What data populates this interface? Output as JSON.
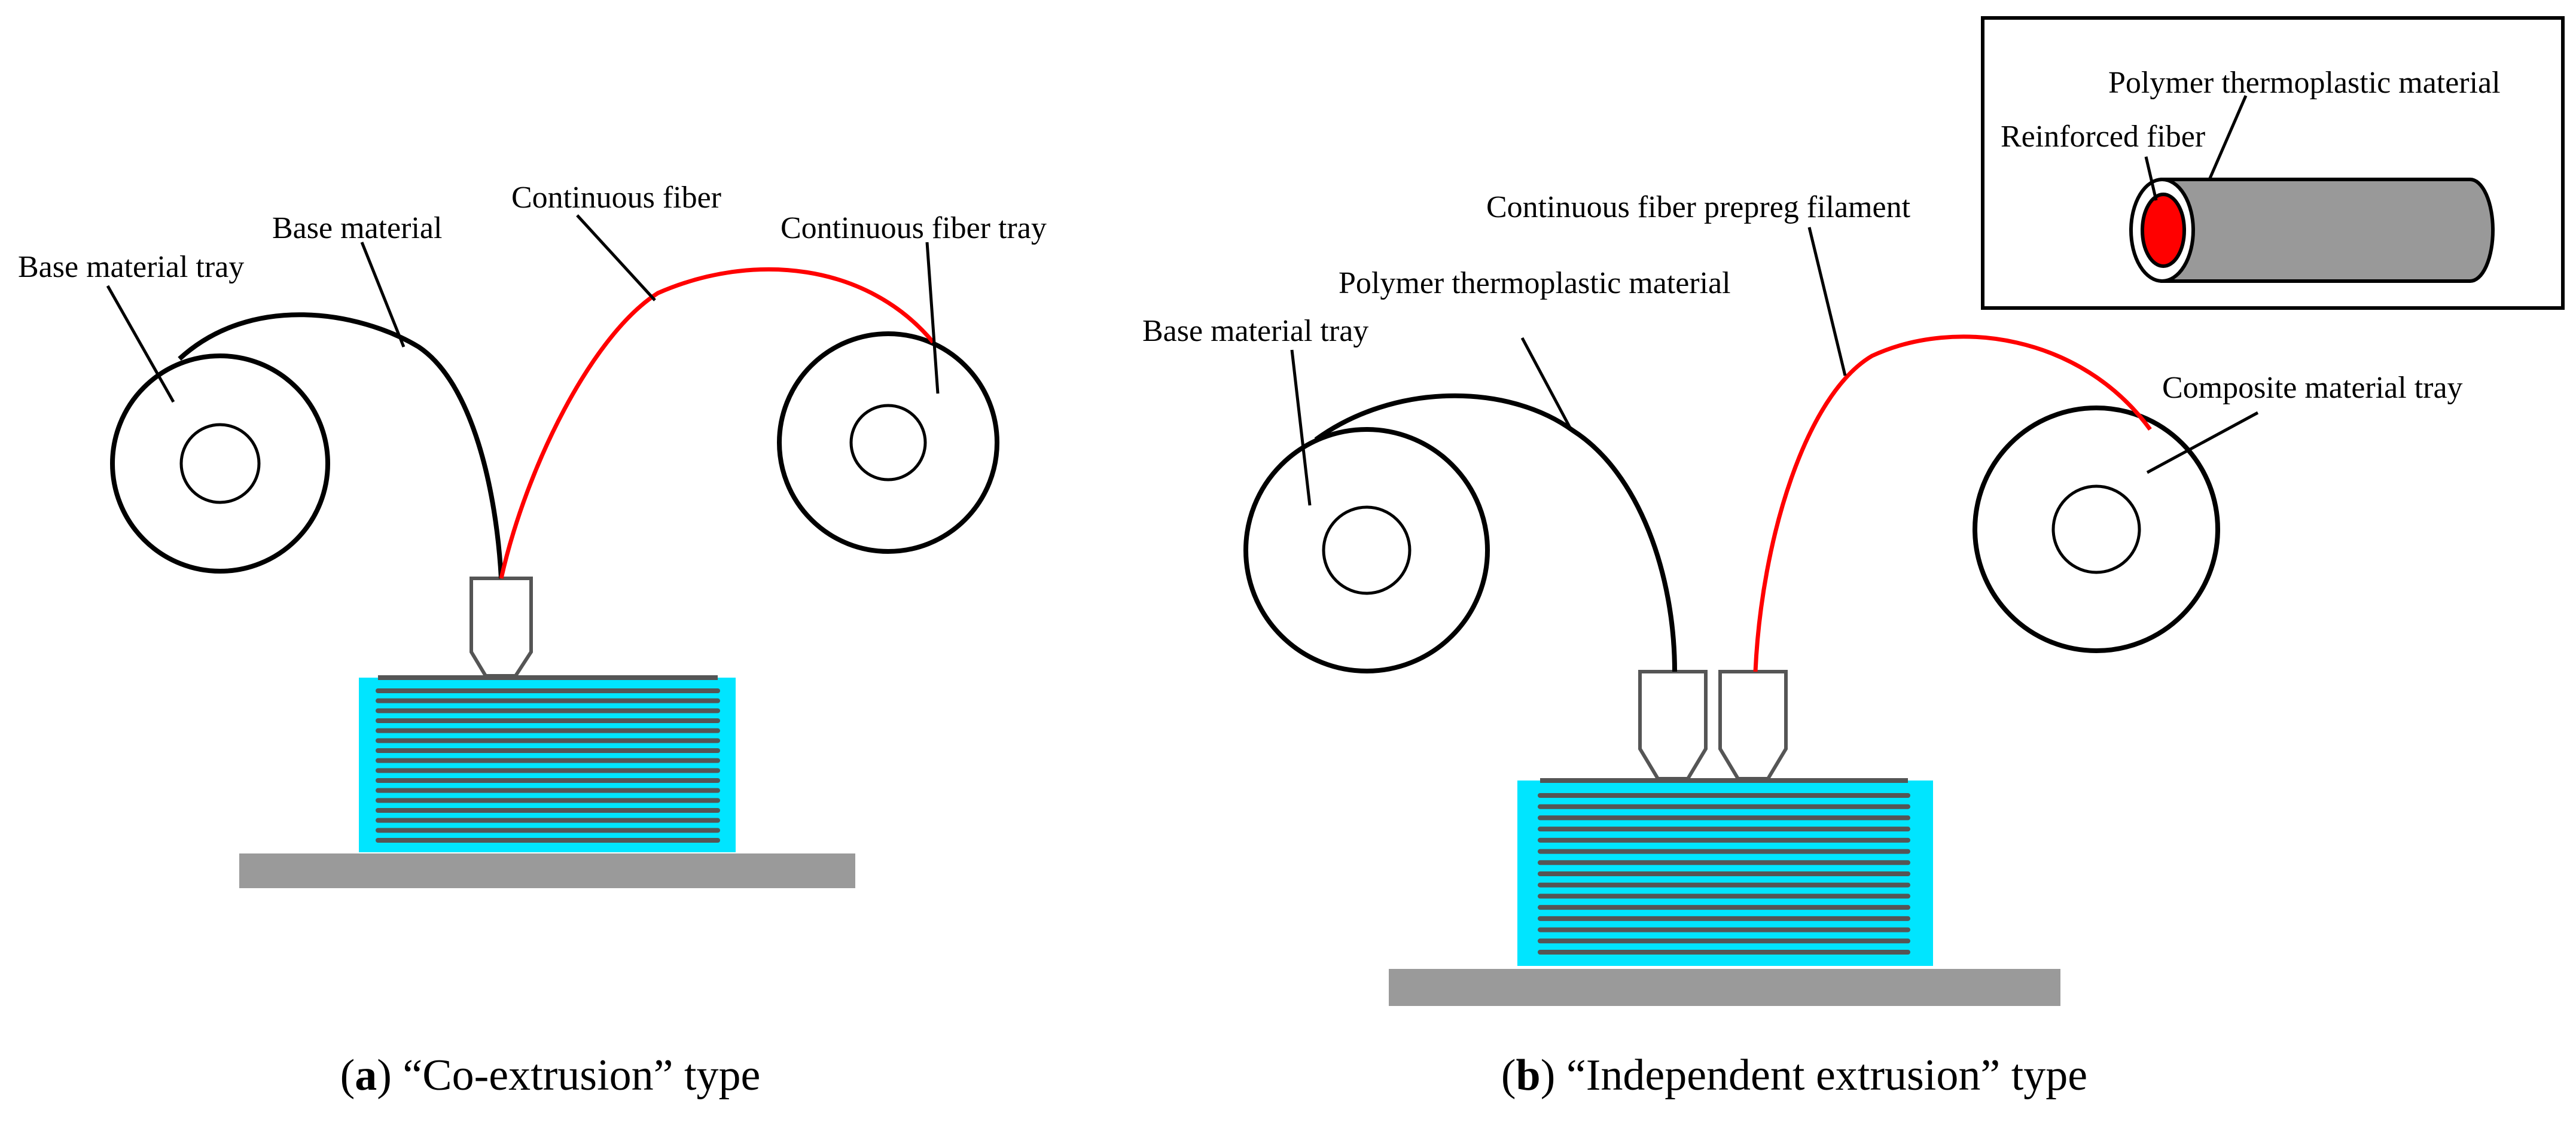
{
  "panel_a": {
    "labels": {
      "base_material_tray": "Base material tray",
      "base_material": "Base material",
      "continuous_fiber": "Continuous fiber",
      "continuous_fiber_tray": "Continuous fiber tray"
    },
    "caption": {
      "letter": "a",
      "text": " “Co-extrusion” type"
    }
  },
  "panel_b": {
    "labels": {
      "base_material_tray": "Base material tray",
      "polymer_thermoplastic_material": "Polymer thermoplastic material",
      "continuous_fiber_prepreg_filament": "Continuous fiber prepreg filament",
      "composite_material_tray": "Composite material tray"
    },
    "inset": {
      "polymer_thermoplastic_material": "Polymer thermoplastic material",
      "reinforced_fiber": "Reinforced fiber"
    },
    "caption": {
      "letter": "b",
      "text": " “Independent extrusion” type"
    }
  },
  "colors": {
    "fiber": "#ff0000",
    "base_filament": "#000000",
    "printed_part": "#00e5ff",
    "layer_lines": "#555555",
    "platform": "#9a9a9a",
    "nozzle": "#555555",
    "tube_body": "#999999"
  }
}
